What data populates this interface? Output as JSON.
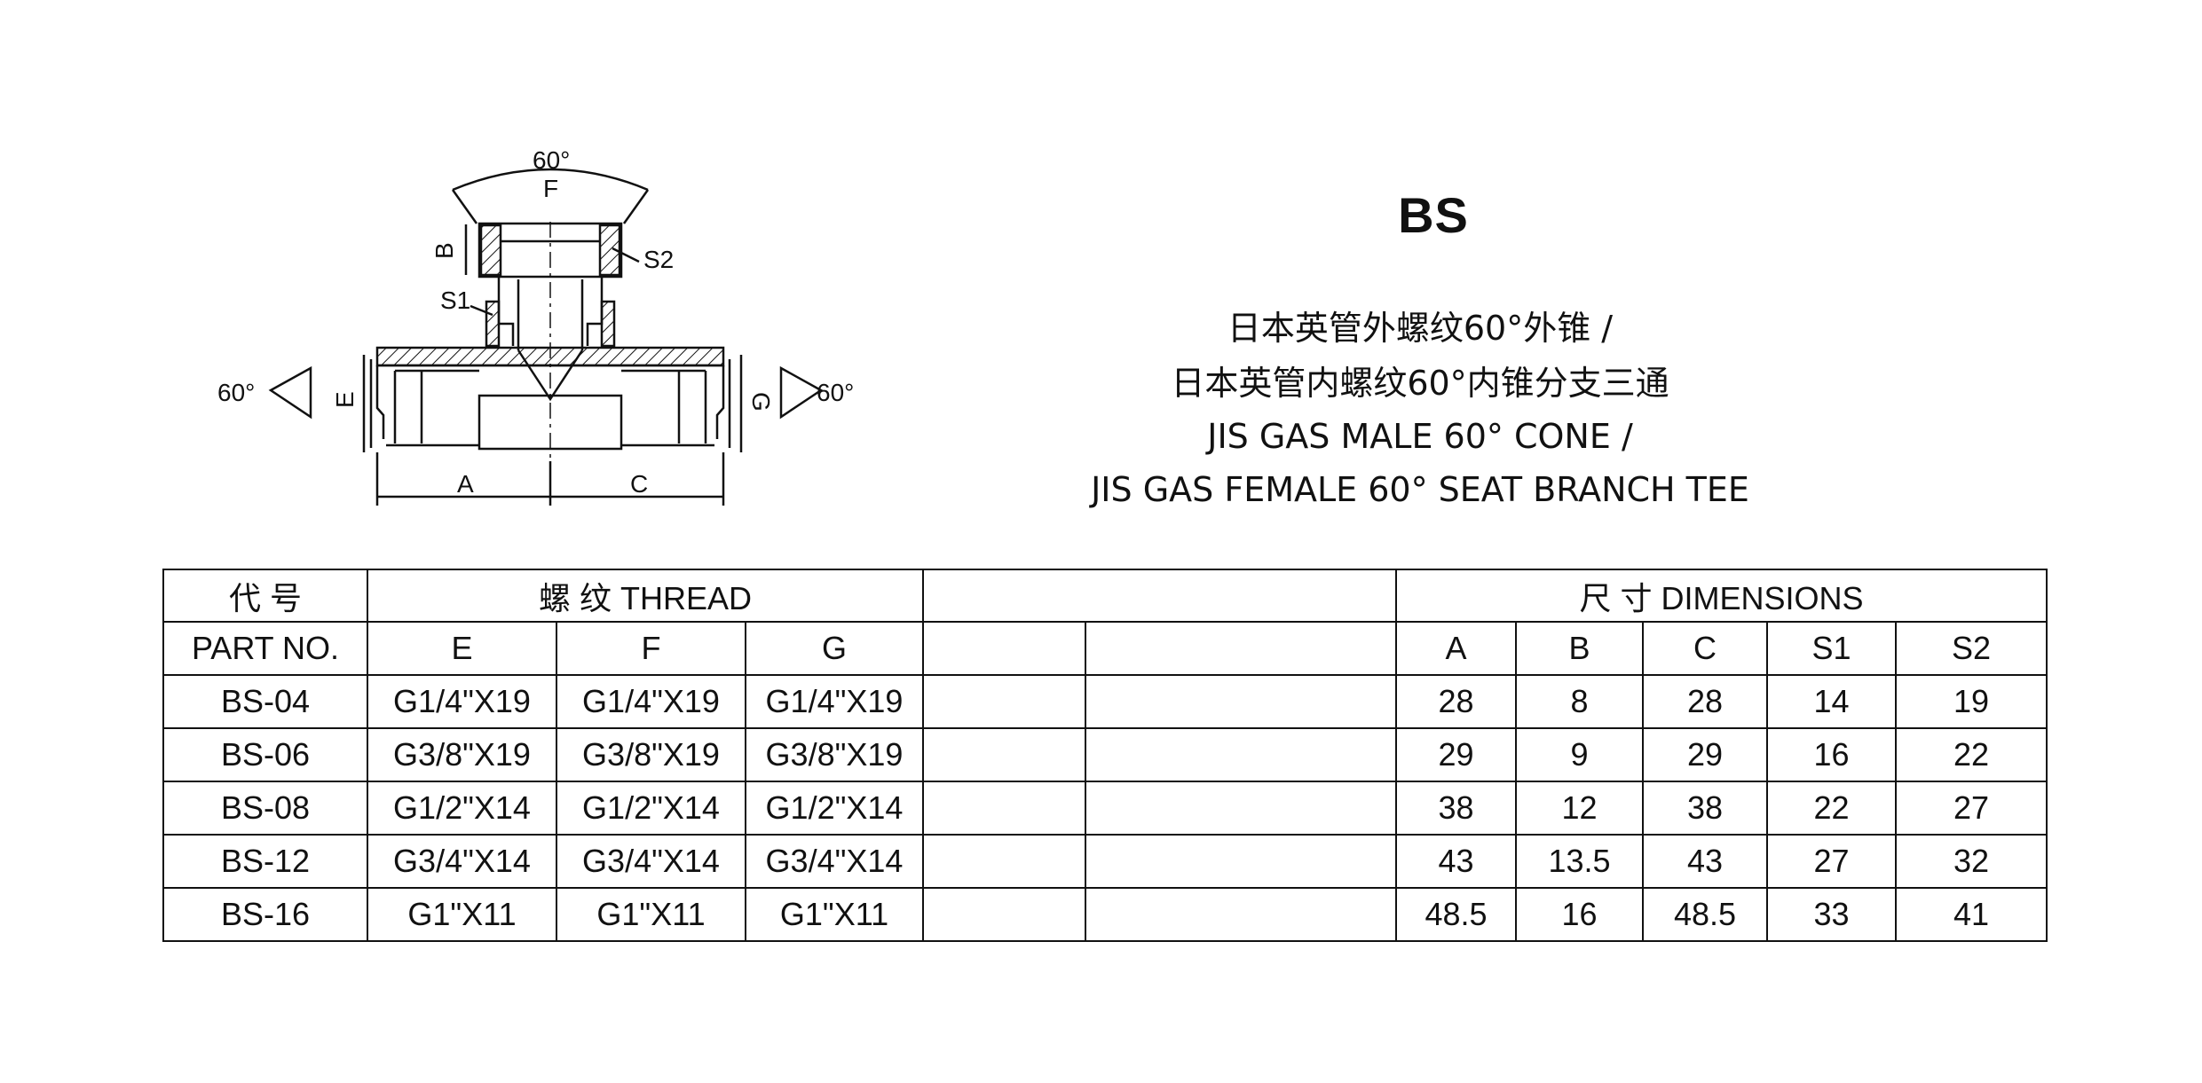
{
  "drawing": {
    "angle_top": "60°",
    "angle_left": "60°",
    "angle_right": "60°",
    "dims": {
      "f": "F",
      "b": "B",
      "s1": "S1",
      "s2": "S2",
      "e": "E",
      "g": "G",
      "a": "A",
      "c": "C"
    }
  },
  "product": {
    "code": "BS",
    "description_lines": [
      "日本英管外螺纹60°外锥 /",
      "日本英管内螺纹60°内锥分支三通",
      "JIS GAS MALE 60° CONE  /",
      "JIS GAS FEMALE 60° SEAT BRANCH TEE"
    ]
  },
  "table": {
    "part_no_cn": "代  号",
    "part_no_en": "PART  NO.",
    "thread_header": "螺  纹  THREAD",
    "dimensions_header": "尺  寸    DIMENSIONS",
    "thread_cols": [
      "E",
      "F",
      "G"
    ],
    "dim_cols": [
      "A",
      "B",
      "C",
      "S1",
      "S2"
    ],
    "rows": [
      {
        "part": "BS-04",
        "e": "G1/4\"X19",
        "f": "G1/4\"X19",
        "g": "G1/4\"X19",
        "a": "28",
        "b": "8",
        "c": "28",
        "s1": "14",
        "s2": "19"
      },
      {
        "part": "BS-06",
        "e": "G3/8\"X19",
        "f": "G3/8\"X19",
        "g": "G3/8\"X19",
        "a": "29",
        "b": "9",
        "c": "29",
        "s1": "16",
        "s2": "22"
      },
      {
        "part": "BS-08",
        "e": "G1/2\"X14",
        "f": "G1/2\"X14",
        "g": "G1/2\"X14",
        "a": "38",
        "b": "12",
        "c": "38",
        "s1": "22",
        "s2": "27"
      },
      {
        "part": "BS-12",
        "e": "G3/4\"X14",
        "f": "G3/4\"X14",
        "g": "G3/4\"X14",
        "a": "43",
        "b": "13.5",
        "c": "43",
        "s1": "27",
        "s2": "32"
      },
      {
        "part": "BS-16",
        "e": "G1\"X11",
        "f": "G1\"X11",
        "g": "G1\"X11",
        "a": "48.5",
        "b": "16",
        "c": "48.5",
        "s1": "33",
        "s2": "41"
      }
    ]
  }
}
